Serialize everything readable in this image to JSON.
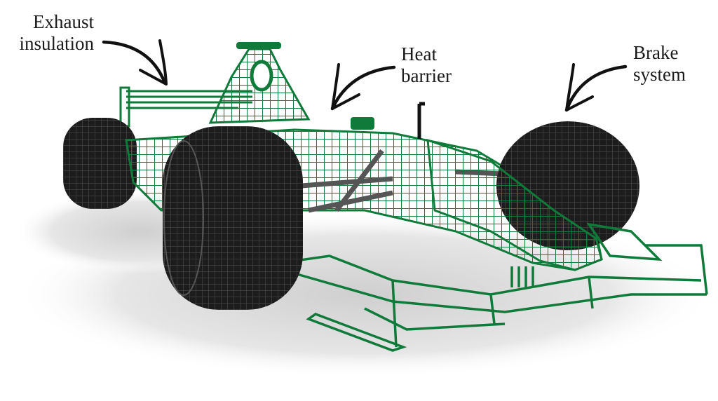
{
  "diagram": {
    "subject": "Formula 1 race car wireframe model",
    "colors": {
      "body_wireframe": "#0f7a3a",
      "tires": "#1c1c1c",
      "arrows": "#111111",
      "shadow": "#d9d9d9",
      "background": "#ffffff"
    },
    "labels": [
      {
        "id": "exhaust",
        "lines": [
          "Exhaust",
          "insulation"
        ],
        "points_to": "rear wing / exhaust area"
      },
      {
        "id": "heat",
        "lines": [
          "Heat",
          "barrier"
        ],
        "points_to": "engine cover / airbox"
      },
      {
        "id": "brake",
        "lines": [
          "Brake",
          "system"
        ],
        "points_to": "front right wheel"
      }
    ]
  }
}
